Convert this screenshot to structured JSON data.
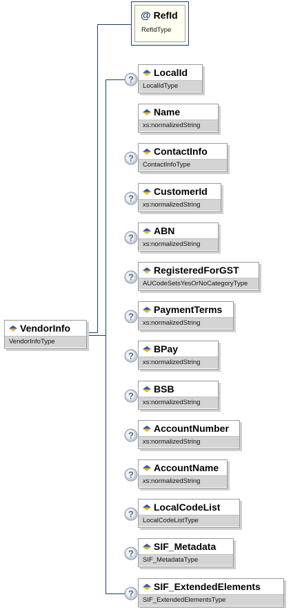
{
  "root": {
    "name": "VendorInfo",
    "type": "VendorInfoType"
  },
  "attribute": {
    "symbol": "@",
    "name": "RefId",
    "type": "RefIdType"
  },
  "elements": [
    {
      "name": "LocalId",
      "type": "LocalIdType",
      "optional": true
    },
    {
      "name": "Name",
      "type": "xs:normalizedString",
      "optional": false
    },
    {
      "name": "ContactInfo",
      "type": "ContactInfoType",
      "optional": true
    },
    {
      "name": "CustomerId",
      "type": "xs:normalizedString",
      "optional": true
    },
    {
      "name": "ABN",
      "type": "xs:normalizedString",
      "optional": true
    },
    {
      "name": "RegisteredForGST",
      "type": "AUCodeSetsYesOrNoCategoryType",
      "optional": true
    },
    {
      "name": "PaymentTerms",
      "type": "xs:normalizedString",
      "optional": true
    },
    {
      "name": "BPay",
      "type": "xs:normalizedString",
      "optional": true
    },
    {
      "name": "BSB",
      "type": "xs:normalizedString",
      "optional": true
    },
    {
      "name": "AccountNumber",
      "type": "xs:normalizedString",
      "optional": true
    },
    {
      "name": "AccountName",
      "type": "xs:normalizedString",
      "optional": true
    },
    {
      "name": "LocalCodeList",
      "type": "LocalCodeListType",
      "optional": true
    },
    {
      "name": "SIF_Metadata",
      "type": "SIF_MetadataType",
      "optional": true
    },
    {
      "name": "SIF_ExtendedElements",
      "type": "SIF_ExtendedElementsType",
      "optional": true
    }
  ],
  "colors": {
    "connector": "#1c3a73",
    "type_band": "#d4d4d4",
    "attribute_background": "#fffff2",
    "icon_blue": "#2a55b0",
    "icon_gold": "#e8b923",
    "optional_icon": "#8a9ab0"
  },
  "icons": {
    "element": "element-icon",
    "attribute": "attribute-icon",
    "optional": "optional-marker-icon"
  }
}
